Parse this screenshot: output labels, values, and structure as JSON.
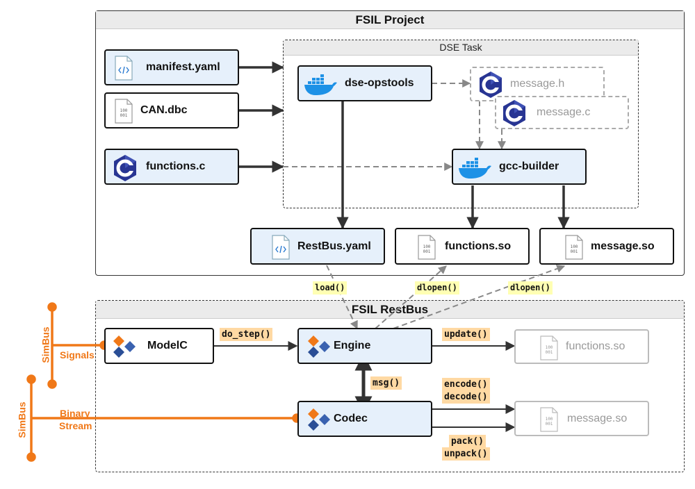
{
  "project": {
    "title": "FSIL Project",
    "task_title": "DSE Task"
  },
  "inputs": {
    "manifest": "manifest.yaml",
    "can": "CAN.dbc",
    "functions_c": "functions.c"
  },
  "tools": {
    "opstools": "dse-opstools",
    "builder": "gcc-builder"
  },
  "generated": {
    "message_h": "message.h",
    "message_c": "message.c"
  },
  "outputs": {
    "restbus_yaml": "RestBus.yaml",
    "functions_so": "functions.so",
    "message_so": "message.so"
  },
  "calls": {
    "load": "load()",
    "dlopen_1": "dlopen()",
    "dlopen_2": "dlopen()",
    "do_step": "do_step()",
    "update": "update()",
    "msg": "msg()",
    "encode": "encode()",
    "decode": "decode()",
    "pack": "pack()",
    "unpack": "unpack()"
  },
  "restbus": {
    "title": "FSIL RestBus",
    "modelc": "ModelC",
    "engine": "Engine",
    "codec": "Codec",
    "functions_so": "functions.so",
    "message_so": "message.so"
  },
  "simbus": {
    "bus_1": "SimBus",
    "signals": "Signals",
    "bus_2": "SimBus",
    "binary_line1": "Binary",
    "binary_line2": "Stream"
  },
  "colors": {
    "accent_orange": "#f07818",
    "node_blue": "#e6f0fb",
    "docker_blue": "#1d91e6",
    "c_logo": "#3949ab"
  },
  "icons": [
    "code-file-icon",
    "binary-file-icon",
    "c-language-icon",
    "docker-icon",
    "component-icon"
  ]
}
